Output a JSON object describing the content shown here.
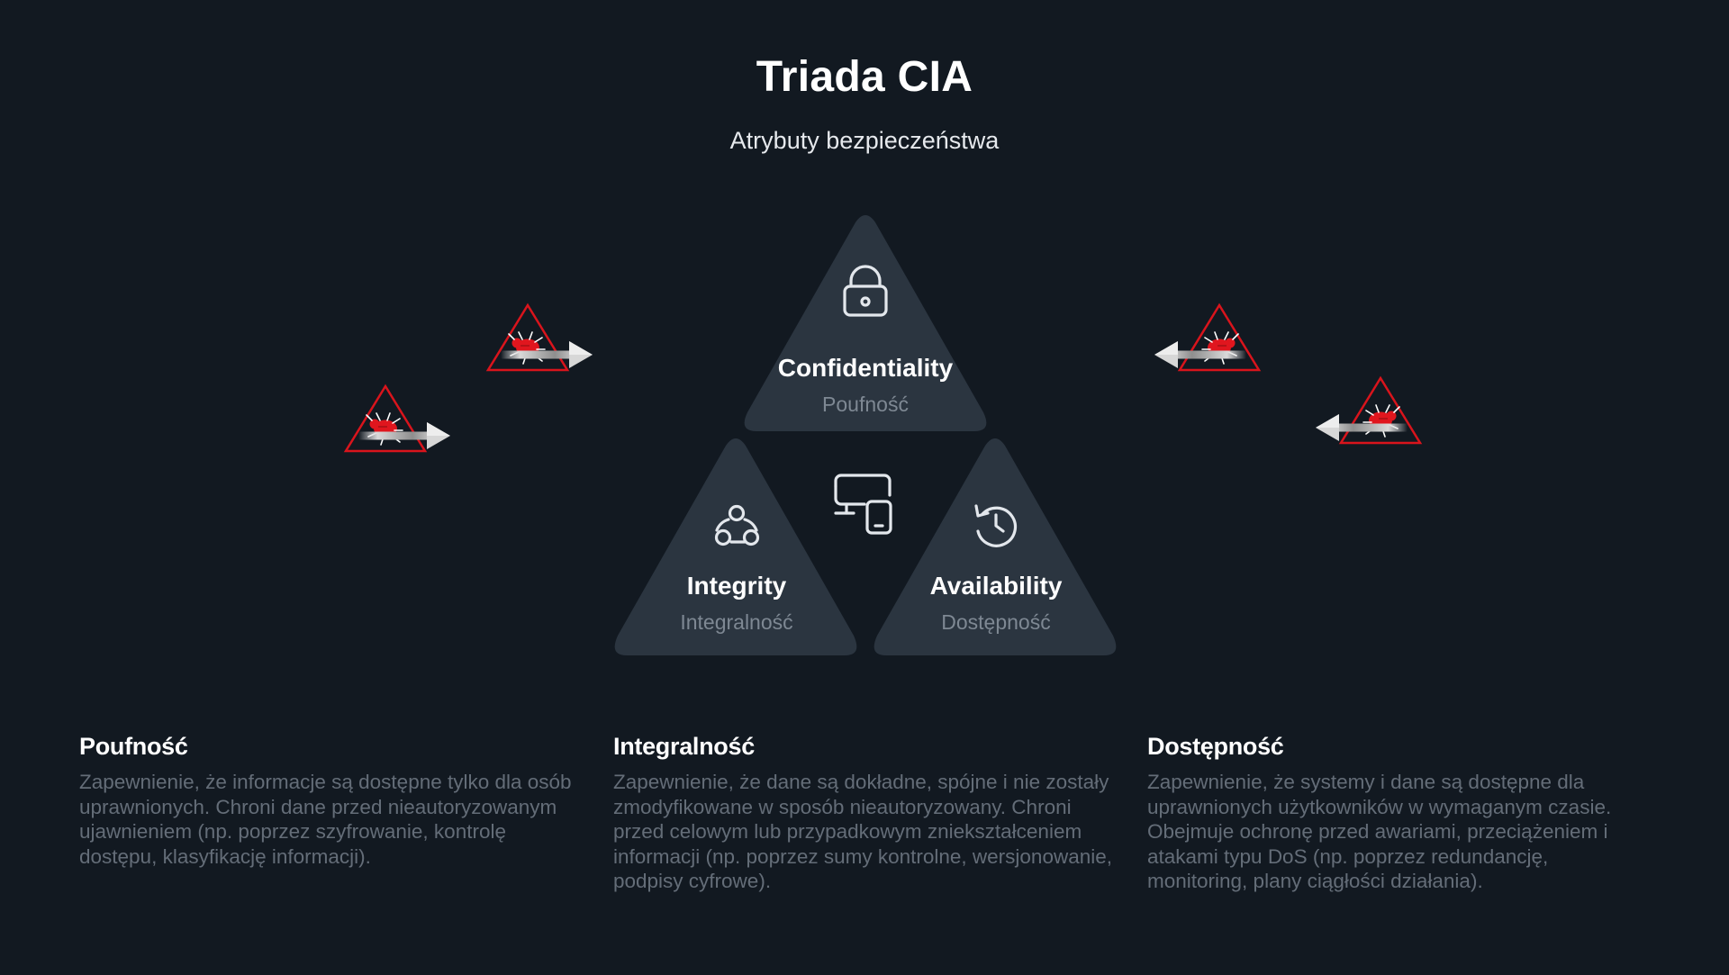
{
  "header": {
    "title": "Triada CIA",
    "subtitle": "Atrybuty bezpieczeństwa"
  },
  "triad": {
    "center_icon": "devices-icon",
    "nodes": [
      {
        "id": "confidentiality",
        "label": "Confidentiality",
        "sub": "Poufność",
        "icon": "lock-icon"
      },
      {
        "id": "integrity",
        "label": "Integrity",
        "sub": "Integralność",
        "icon": "share-nodes-icon"
      },
      {
        "id": "availability",
        "label": "Availability",
        "sub": "Dostępność",
        "icon": "history-icon"
      }
    ]
  },
  "threats": {
    "icon": "bug-warning-icon",
    "count": 4
  },
  "descriptions": [
    {
      "title": "Poufność",
      "text": "Zapewnienie, że informacje są dostępne tylko dla osób uprawnionych. Chroni dane przed nieautoryzowanym ujawnieniem (np. poprzez szyfrowanie, kontrolę dostępu, klasyfikację informacji)."
    },
    {
      "title": "Integralność",
      "text": "Zapewnienie, że dane są dokładne, spójne i nie zostały zmodyfikowane w sposób nieautoryzowany. Chroni przed celowym lub przypadkowym zniekształceniem informacji (np. poprzez sumy kontrolne, wersjonowanie, podpisy cyfrowe)."
    },
    {
      "title": "Dostępność",
      "text": "Zapewnienie, że systemy i dane są dostępne dla uprawnionych użytkowników w wymaganym czasie. Obejmuje ochronę przed awariami, przeciążeniem i atakami typu DoS (np. poprzez redundancję, monitoring, plany ciągłości działania)."
    }
  ],
  "colors": {
    "background": "#121921",
    "triangle": "#2b3540",
    "icon_stroke": "#e3e7ec",
    "threat_red": "#e0161e",
    "muted_text": "#7e8893"
  }
}
